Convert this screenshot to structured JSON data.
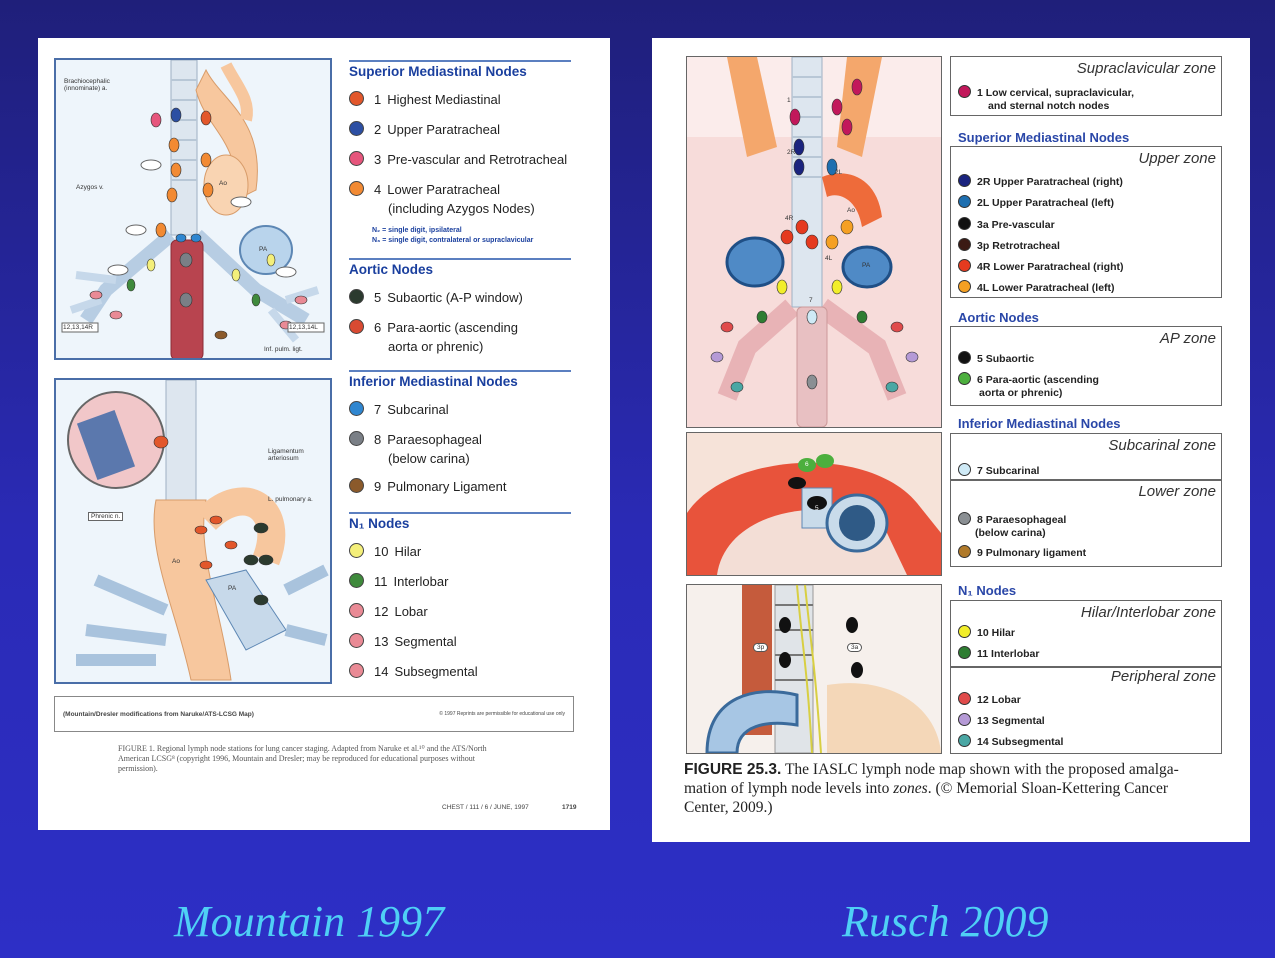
{
  "left": {
    "caption": "Mountain 1997",
    "diagram_labels": {
      "brachio": "Brachiocephalic (innominate) a.",
      "azygos": "Azygos v.",
      "ao": "Ao",
      "pa": "PA",
      "n12r": "12,13,14R",
      "n12l": "12,13,14L",
      "inf_pulm": "Inf. pulm. ligt.",
      "phrenic": "Phrenic n.",
      "ligamentum": "Ligamentum arteriosum",
      "l_pulm": "L. pulmonary a.",
      "ao2": "Ao",
      "pa2": "PA"
    },
    "sections": [
      {
        "title": "Superior Mediastinal Nodes",
        "items": [
          {
            "num": "1",
            "label": "Highest Mediastinal",
            "color": "#e2572b"
          },
          {
            "num": "2",
            "label": "Upper Paratracheal",
            "color": "#2c4fa3"
          },
          {
            "num": "3",
            "label": "Pre-vascular and Retrotracheal",
            "color": "#e6557c"
          },
          {
            "num": "4",
            "label": "Lower Paratracheal",
            "label2": "(including Azygos Nodes)",
            "color": "#f28a33"
          }
        ]
      },
      {
        "title": "Aortic Nodes",
        "items": [
          {
            "num": "5",
            "label": "Subaortic (A-P window)",
            "color": "#2b3a2e"
          },
          {
            "num": "6",
            "label": "Para-aortic (ascending",
            "label2": "aorta or phrenic)",
            "color": "#d94a32"
          }
        ]
      },
      {
        "title": "Inferior Mediastinal Nodes",
        "items": [
          {
            "num": "7",
            "label": "Subcarinal",
            "color": "#2f86d0"
          },
          {
            "num": "8",
            "label": "Paraesophageal",
            "label2": "(below carina)",
            "color": "#7a7f86"
          },
          {
            "num": "9",
            "label": "Pulmonary Ligament",
            "color": "#8b5a2b"
          }
        ]
      },
      {
        "title": "N₁ Nodes",
        "items": [
          {
            "num": "10",
            "label": "Hilar",
            "color": "#f4ef7a"
          },
          {
            "num": "11",
            "label": "Interlobar",
            "color": "#3f8a3c"
          },
          {
            "num": "12",
            "label": "Lobar",
            "color": "#e98a95"
          },
          {
            "num": "13",
            "label": "Segmental",
            "color": "#e98a95"
          },
          {
            "num": "14",
            "label": "Subsegmental",
            "color": "#e98a95"
          }
        ]
      }
    ],
    "note1": "N₂ = single digit, ipsilateral",
    "note2": "N₃ = single digit, contralateral or supraclavicular",
    "footer_left": "(Mountain/Dresler modifications from Naruke/ATS-LCSG Map)",
    "footer_right": "© 1997 Reprints are permissible for educational use only",
    "fig_caption": "FIGURE 1. Regional lymph node stations for lung cancer staging. Adapted from Naruke et al.¹⁰ and the ATS/North American LCSG⁸ (copyright 1996, Mountain and Dresler; may be reproduced for educational purposes without permission).",
    "journal": "CHEST / 111 / 6 / JUNE, 1997",
    "page": "1719"
  },
  "right": {
    "caption": "Rusch 2009",
    "zones": {
      "supraclavicular": "Supraclavicular zone",
      "upper": "Upper zone",
      "ap": "AP zone",
      "subcarinal": "Subcarinal zone",
      "lower": "Lower zone",
      "hilar": "Hilar/Interlobar zone",
      "peripheral": "Peripheral zone"
    },
    "sections": {
      "superior": "Superior Mediastinal Nodes",
      "aortic": "Aortic Nodes",
      "inferior": "Inferior Mediastinal Nodes",
      "n1": "N₁ Nodes"
    },
    "items": {
      "n1": {
        "code": "1",
        "label": "Low cervical, supraclavicular,",
        "label2": "and sternal notch nodes",
        "color": "#c2185b"
      },
      "n2r": {
        "code": "2R",
        "label": "Upper Paratracheal (right)",
        "color": "#1a237e"
      },
      "n2l": {
        "code": "2L",
        "label": "Upper Paratracheal (left)",
        "color": "#1e6fb0"
      },
      "n3a": {
        "code": "3a",
        "label": "Pre-vascular",
        "color": "#111111"
      },
      "n3p": {
        "code": "3p",
        "label": "Retrotracheal",
        "color": "#3b1a14"
      },
      "n4r": {
        "code": "4R",
        "label": "Lower Paratracheal (right)",
        "color": "#e53a1f"
      },
      "n4l": {
        "code": "4L",
        "label": "Lower Paratracheal (left)",
        "color": "#f5a023"
      },
      "n5": {
        "code": "5",
        "label": "Subaortic",
        "color": "#111111"
      },
      "n6": {
        "code": "6",
        "label": "Para-aortic (ascending",
        "label2": "aorta or phrenic)",
        "color": "#4caf3e"
      },
      "n7": {
        "code": "7",
        "label": "Subcarinal",
        "color": "#cfeaf6"
      },
      "n8": {
        "code": "8",
        "label": "Paraesophageal",
        "label2": "(below carina)",
        "color": "#8a8f93"
      },
      "n9": {
        "code": "9",
        "label": "Pulmonary ligament",
        "color": "#b07a2a"
      },
      "n10": {
        "code": "10",
        "label": "Hilar",
        "color": "#f2ee2a"
      },
      "n11": {
        "code": "11",
        "label": "Interlobar",
        "color": "#2e7d32"
      },
      "n12": {
        "code": "12",
        "label": "Lobar",
        "color": "#e04b4b"
      },
      "n13": {
        "code": "13",
        "label": "Segmental",
        "color": "#b59ad6"
      },
      "n14": {
        "code": "14",
        "label": "Subsegmental",
        "color": "#4aa7a4"
      }
    },
    "fig_label": "FIGURE 25.3.",
    "fig_text_1": " The IASLC lymph node map shown with the proposed amalga-",
    "fig_text_2": "mation of lymph node levels into ",
    "fig_text_zones": "zones",
    "fig_text_3": ". (© Memorial Sloan-Kettering Cancer",
    "fig_text_4": "Center, 2009.)",
    "diagram_labels": {
      "l3p": "3p",
      "l3a": "3a",
      "l6": "6",
      "l5": "5",
      "l2r": "2R",
      "l2l": "2L",
      "l4r": "4R",
      "l4l": "4L",
      "l7": "7",
      "lao": "Ao",
      "lpa": "PA",
      "l1": "1"
    }
  }
}
